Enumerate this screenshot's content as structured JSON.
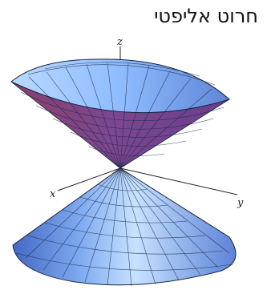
{
  "title": "חרוט אליפטי",
  "axes": {
    "x_label": "x",
    "y_label": "y",
    "z_label": "z"
  },
  "colors": {
    "cone_light": "#bfe0ff",
    "cone_mid": "#6e9fe6",
    "cone_dark": "#4d6fc8",
    "cone_inside": "#7a4a8a",
    "mesh": "#1a2540",
    "axis": "#222222",
    "background": "#ffffff",
    "text": "#111111"
  }
}
